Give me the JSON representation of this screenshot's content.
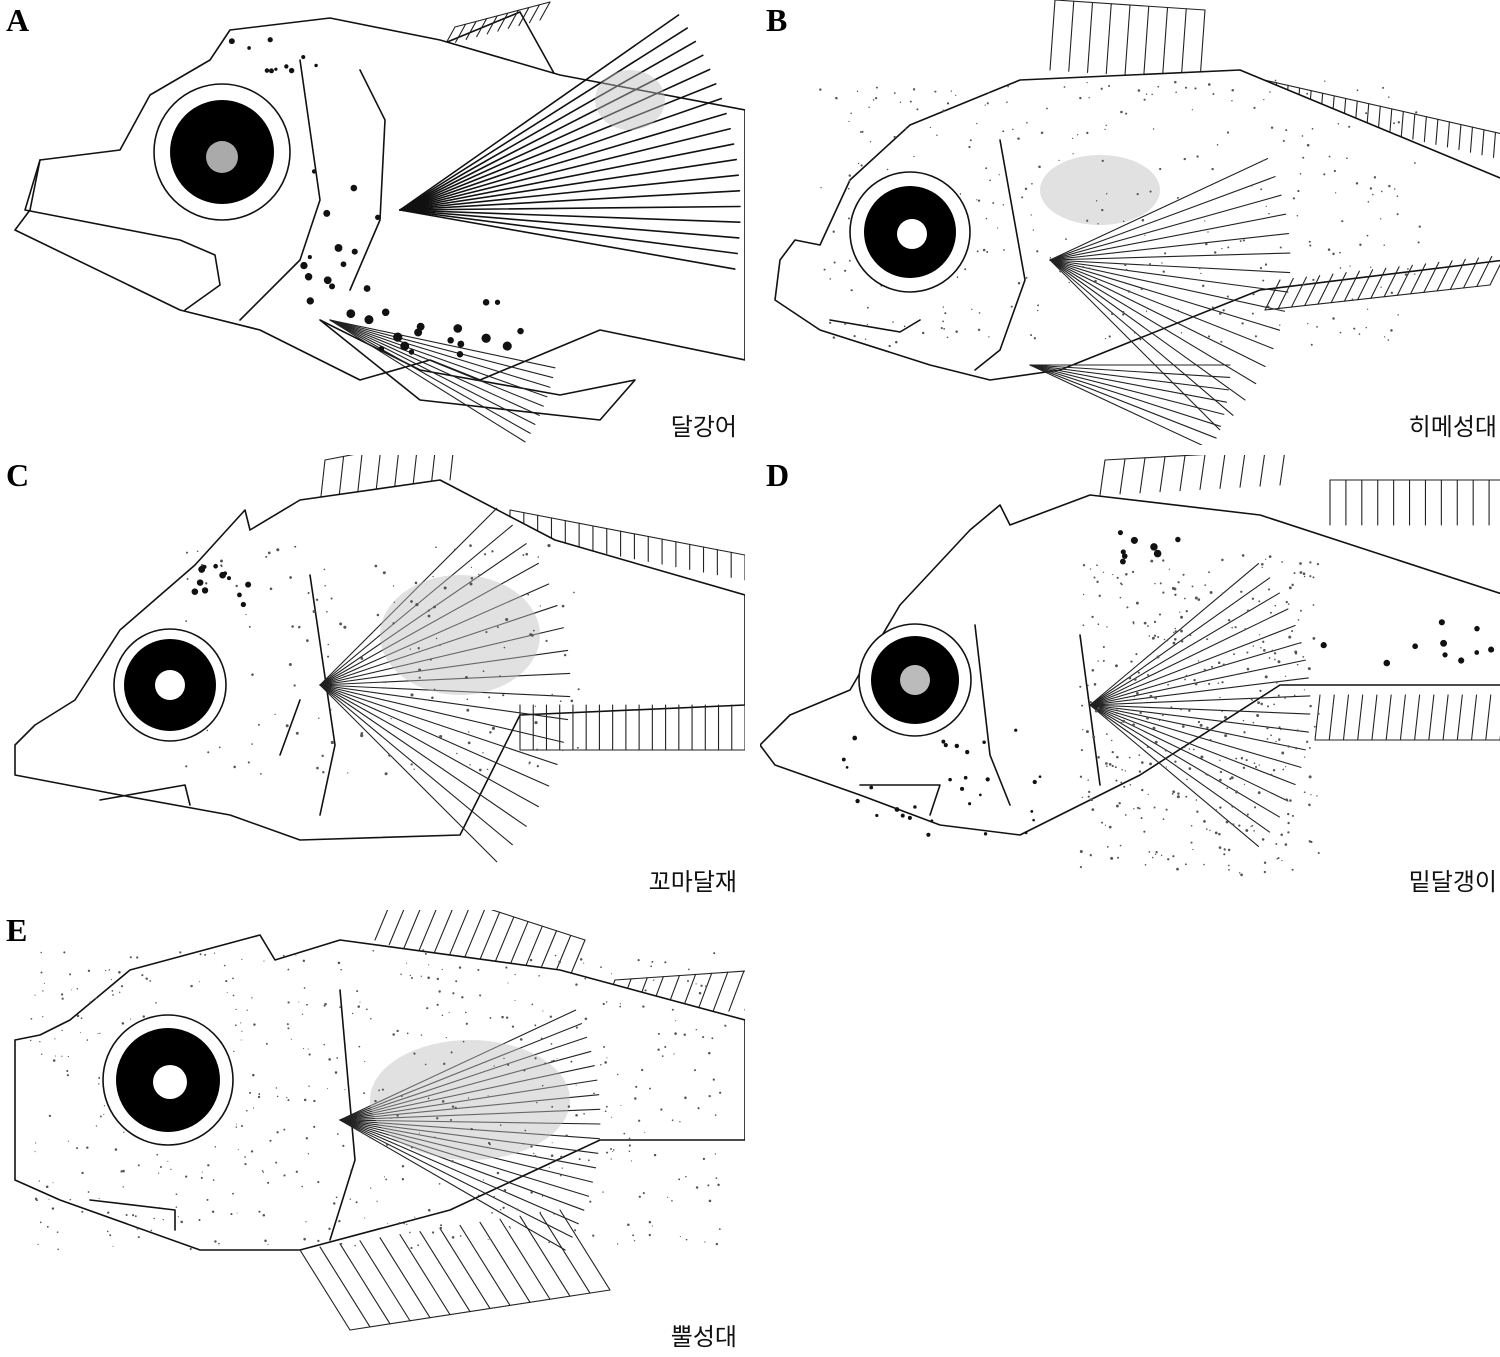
{
  "panels": [
    {
      "id": "A",
      "letter": "A",
      "species": "달강어"
    },
    {
      "id": "B",
      "letter": "B",
      "species": "히메성대"
    },
    {
      "id": "C",
      "letter": "C",
      "species": "꼬마달재"
    },
    {
      "id": "D",
      "letter": "D",
      "species": "밑달갱이"
    },
    {
      "id": "E",
      "letter": "E",
      "species": "뿔성대"
    }
  ],
  "colors": {
    "line": "#111111",
    "background": "#ffffff",
    "pigment": "#000000"
  }
}
